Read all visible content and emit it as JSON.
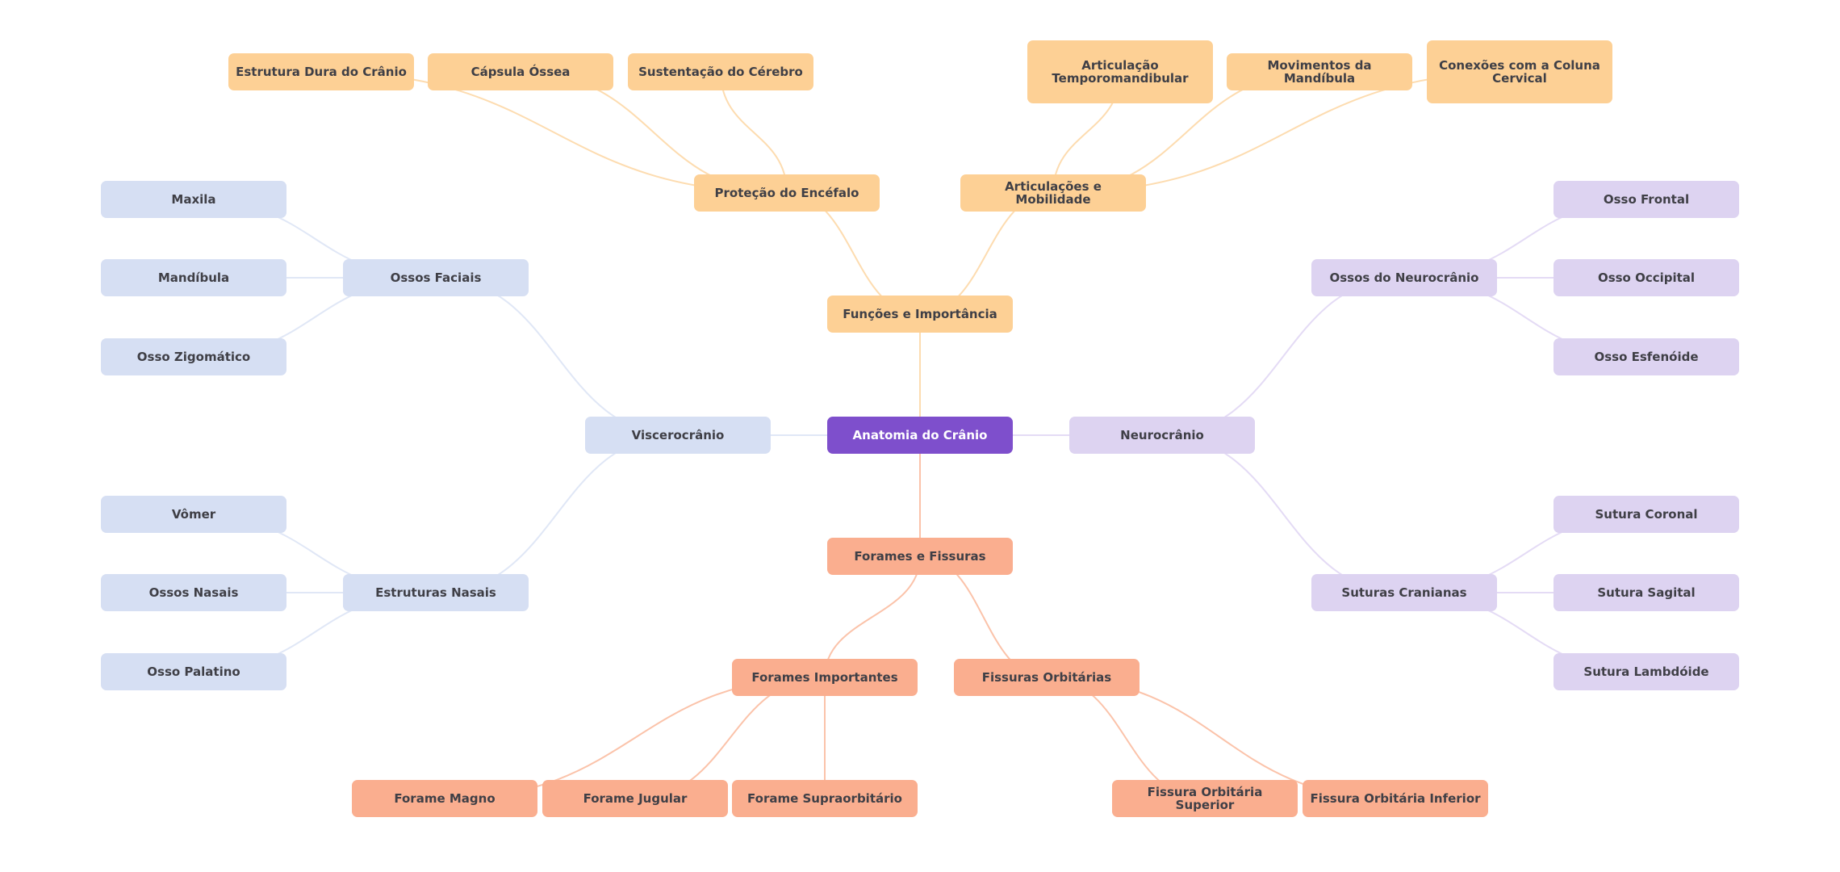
{
  "title": "Anatomia do Crânio",
  "colors": {
    "root": "#7e4fcc",
    "orange": "#fdd095",
    "salmon": "#faae8f",
    "blue": "#d6dff3",
    "lilac": "#ddd3f1",
    "edge_orange": "#fddcb0",
    "edge_salmon": "#fbc3aa",
    "edge_blue": "#e0e7f6",
    "edge_lilac": "#e4dbf5",
    "text": "#3f3f46"
  },
  "nodes": {
    "root": "Anatomia do Crânio",
    "viscerocranio": "Viscerocrânio",
    "neurocranio": "Neurocrânio",
    "funcoes": "Funções e Importância",
    "forames_fissuras": "Forames e Fissuras",
    "protecao": "Proteção do Encéfalo",
    "articulacoes": "Articulações e Mobilidade",
    "estrutura_dura": "Estrutura Dura do Crânio",
    "capsula_ossea": "Cápsula Óssea",
    "sustentacao": "Sustentação do Cérebro",
    "atm": "Articulação Temporomandibular",
    "movimentos": "Movimentos da Mandíbula",
    "conexoes": "Conexões com a Coluna Cervical",
    "ossos_faciais": "Ossos Faciais",
    "estruturas_nasais": "Estruturas Nasais",
    "maxila": "Maxila",
    "mandibula": "Mandíbula",
    "zigomatico": "Osso Zigomático",
    "vomer": "Vômer",
    "ossos_nasais": "Ossos Nasais",
    "palatino": "Osso Palatino",
    "ossos_neuro": "Ossos do Neurocrânio",
    "suturas": "Suturas Cranianas",
    "frontal": "Osso Frontal",
    "occipital": "Osso Occipital",
    "esfenoide": "Osso Esfenóide",
    "coronal": "Sutura Coronal",
    "sagital": "Sutura Sagital",
    "lambdoide": "Sutura Lambdóide",
    "forames_imp": "Forames Importantes",
    "fissuras_orb": "Fissuras Orbitárias",
    "magno": "Forame Magno",
    "jugular": "Forame Jugular",
    "supraorbitario": "Forame Supraorbitário",
    "fis_superior": "Fissura Orbitária Superior",
    "fis_inferior": "Fissura Orbitária Inferior"
  },
  "edges": [
    [
      "root",
      "viscerocranio",
      "blue"
    ],
    [
      "root",
      "neurocranio",
      "lilac"
    ],
    [
      "root",
      "funcoes",
      "orange"
    ],
    [
      "root",
      "forames_fissuras",
      "salmon"
    ],
    [
      "funcoes",
      "protecao",
      "orange"
    ],
    [
      "funcoes",
      "articulacoes",
      "orange"
    ],
    [
      "protecao",
      "estrutura_dura",
      "orange"
    ],
    [
      "protecao",
      "capsula_ossea",
      "orange"
    ],
    [
      "protecao",
      "sustentacao",
      "orange"
    ],
    [
      "articulacoes",
      "atm",
      "orange"
    ],
    [
      "articulacoes",
      "movimentos",
      "orange"
    ],
    [
      "articulacoes",
      "conexoes",
      "orange"
    ],
    [
      "viscerocranio",
      "ossos_faciais",
      "blue"
    ],
    [
      "viscerocranio",
      "estruturas_nasais",
      "blue"
    ],
    [
      "ossos_faciais",
      "maxila",
      "blue"
    ],
    [
      "ossos_faciais",
      "mandibula",
      "blue"
    ],
    [
      "ossos_faciais",
      "zigomatico",
      "blue"
    ],
    [
      "estruturas_nasais",
      "vomer",
      "blue"
    ],
    [
      "estruturas_nasais",
      "ossos_nasais",
      "blue"
    ],
    [
      "estruturas_nasais",
      "palatino",
      "blue"
    ],
    [
      "neurocranio",
      "ossos_neuro",
      "lilac"
    ],
    [
      "neurocranio",
      "suturas",
      "lilac"
    ],
    [
      "ossos_neuro",
      "frontal",
      "lilac"
    ],
    [
      "ossos_neuro",
      "occipital",
      "lilac"
    ],
    [
      "ossos_neuro",
      "esfenoide",
      "lilac"
    ],
    [
      "suturas",
      "coronal",
      "lilac"
    ],
    [
      "suturas",
      "sagital",
      "lilac"
    ],
    [
      "suturas",
      "lambdoide",
      "lilac"
    ],
    [
      "forames_fissuras",
      "forames_imp",
      "salmon"
    ],
    [
      "forames_fissuras",
      "fissuras_orb",
      "salmon"
    ],
    [
      "forames_imp",
      "magno",
      "salmon"
    ],
    [
      "forames_imp",
      "jugular",
      "salmon"
    ],
    [
      "forames_imp",
      "supraorbitario",
      "salmon"
    ],
    [
      "fissuras_orb",
      "fis_superior",
      "salmon"
    ],
    [
      "fissuras_orb",
      "fis_inferior",
      "salmon"
    ]
  ]
}
